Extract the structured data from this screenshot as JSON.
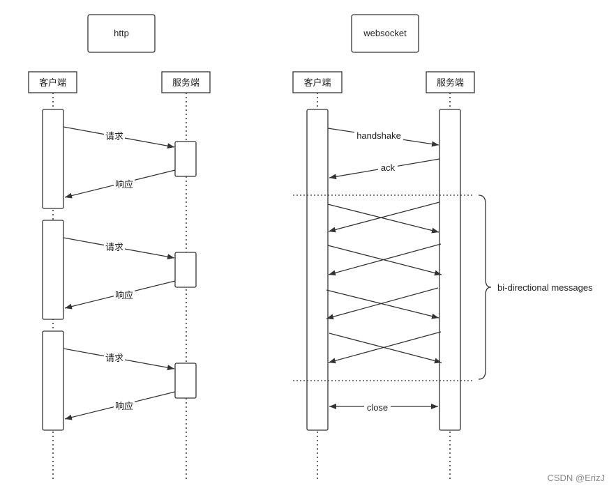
{
  "http": {
    "title": "http",
    "client_label": "客户端",
    "server_label": "服务端",
    "exchanges": [
      {
        "request": "请求",
        "response": "响应"
      },
      {
        "request": "请求",
        "response": "响应"
      },
      {
        "request": "请求",
        "response": "响应"
      }
    ]
  },
  "websocket": {
    "title": "websocket",
    "client_label": "客户端",
    "server_label": "服务端",
    "handshake_label": "handshake",
    "ack_label": "ack",
    "bidirectional_label": "bi-directional messages",
    "close_label": "close"
  },
  "watermark": "CSDN @ErizJ",
  "colors": {
    "line": "#333333",
    "background": "#ffffff",
    "watermark": "#8a8a8a"
  }
}
